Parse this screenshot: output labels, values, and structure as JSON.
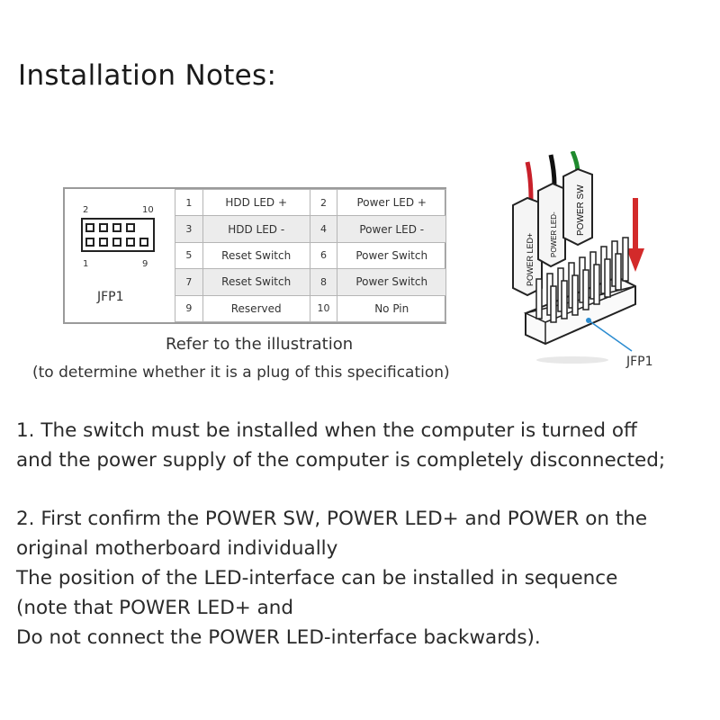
{
  "title": "Installation Notes:",
  "diagram": {
    "header_label": "JFP1",
    "header_pin_numbers": {
      "top_left": "2",
      "top_right": "10",
      "bottom_left": "1",
      "bottom_right": "9"
    },
    "rows": [
      {
        "odd_pin": "1",
        "odd_label": "HDD LED +",
        "even_pin": "2",
        "even_label": "Power LED +"
      },
      {
        "odd_pin": "3",
        "odd_label": "HDD LED -",
        "even_pin": "4",
        "even_label": "Power LED -"
      },
      {
        "odd_pin": "5",
        "odd_label": "Reset Switch",
        "even_pin": "6",
        "even_label": "Power Switch"
      },
      {
        "odd_pin": "7",
        "odd_label": "Reset Switch",
        "even_pin": "8",
        "even_label": "Power Switch"
      },
      {
        "odd_pin": "9",
        "odd_label": "Reserved",
        "even_pin": "10",
        "even_label": "No Pin"
      }
    ],
    "caption_line1": "Refer to the illustration",
    "caption_line2": "(to determine whether it is a plug of this specification)",
    "connector_labels": [
      "POWER LED+",
      "POWER LED-",
      "POWER SW"
    ],
    "connector_pointer_label": "JFP1",
    "wire_colors": {
      "red": "#c8202a",
      "black": "#111111",
      "green": "#1f8a2e"
    }
  },
  "notes": {
    "note1_line1": "1. The switch must be installed when the computer is turned off",
    "note1_line2": "and the power supply of the computer is completely disconnected;",
    "note2_line1": "2. First confirm the POWER SW, POWER LED+ and POWER on the",
    "note2_line2": "original motherboard individually",
    "note2_line3": "The position of the LED-interface can be installed in sequence",
    "note2_line4": "(note that POWER LED+ and",
    "note2_line5": "Do not connect the POWER LED-interface backwards)."
  }
}
